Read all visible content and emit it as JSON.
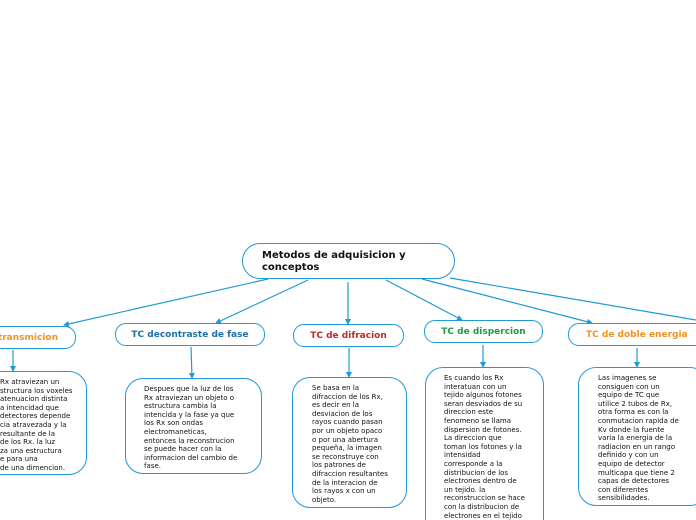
{
  "central": {
    "title": "Metodos de adquisicion y\nconceptos"
  },
  "topics": [
    {
      "label": "transmicion",
      "color": "#f29222",
      "description": "Rx atraviezan un\nstructura los voxeles\natenuacion distinta\na intencidad que\ndetectores depende\ncia atravezada y la\nresultante de la\nde los Rx. la luz\nza una estructura\ne para una\nde una dimencion."
    },
    {
      "label": "TC decontraste de fase",
      "color": "#1d6fa8",
      "description": "Despues que la luz de los\nRx atraviezan un objeto o\nestructura cambia la\nintencida y la fase ya que\nlos Rx son ondas\nelectromaneticas,\nentonces la reconstrucion\nse puede hacer con la\ninformacion del cambio de\nfase."
    },
    {
      "label": "TC de difracion",
      "color": "#c1272d",
      "description": "Se basa en la\ndifraccion de los Rx,\nes decir en la\ndesviacion de los\nrayos cuando pasan\npor un objeto opaco\no por una abertura\npequeña, la imagen\nse reconstruye con\nlos patrones de\ndifraccion resultantes\nde la interacion de\nlos rayos x con un\nobjeto."
    },
    {
      "label": "TC de dispercion",
      "color": "#1e9a4e",
      "description": "Es cuando los Rx\ninteratuan con un\ntejido algunos fotones\nseran desviados de su\ndireccion este\nfenomeno se llama\ndispersion de fotones.\nLa direccion que\ntoman los fotones y la\nintensidad\ncorresponde a la\ndistribucion de los\nelectrones dentro de\nun tejido. la\nreconstruccion se hace\ncon la distribucion de\nelectrones en el tejido"
    },
    {
      "label": "TC de doble energia",
      "color": "#f29222",
      "description": "Las imagenes se\nconsiguen con un\nequipo de TC que\nutilice 2 tubos de Rx,\notra forma es con la\nconmutacion rapida de\nKv donde la fuente\nvaria la energia de la\nradiacion en un rango\ndefinido y con un\nequipo de detector\nmulticapa que tiene 2\ncapas de detectores\ncon diferentes\nsensibilidades."
    }
  ],
  "colors": {
    "line": "#1f9ad6",
    "border": "#1f9ad6"
  }
}
